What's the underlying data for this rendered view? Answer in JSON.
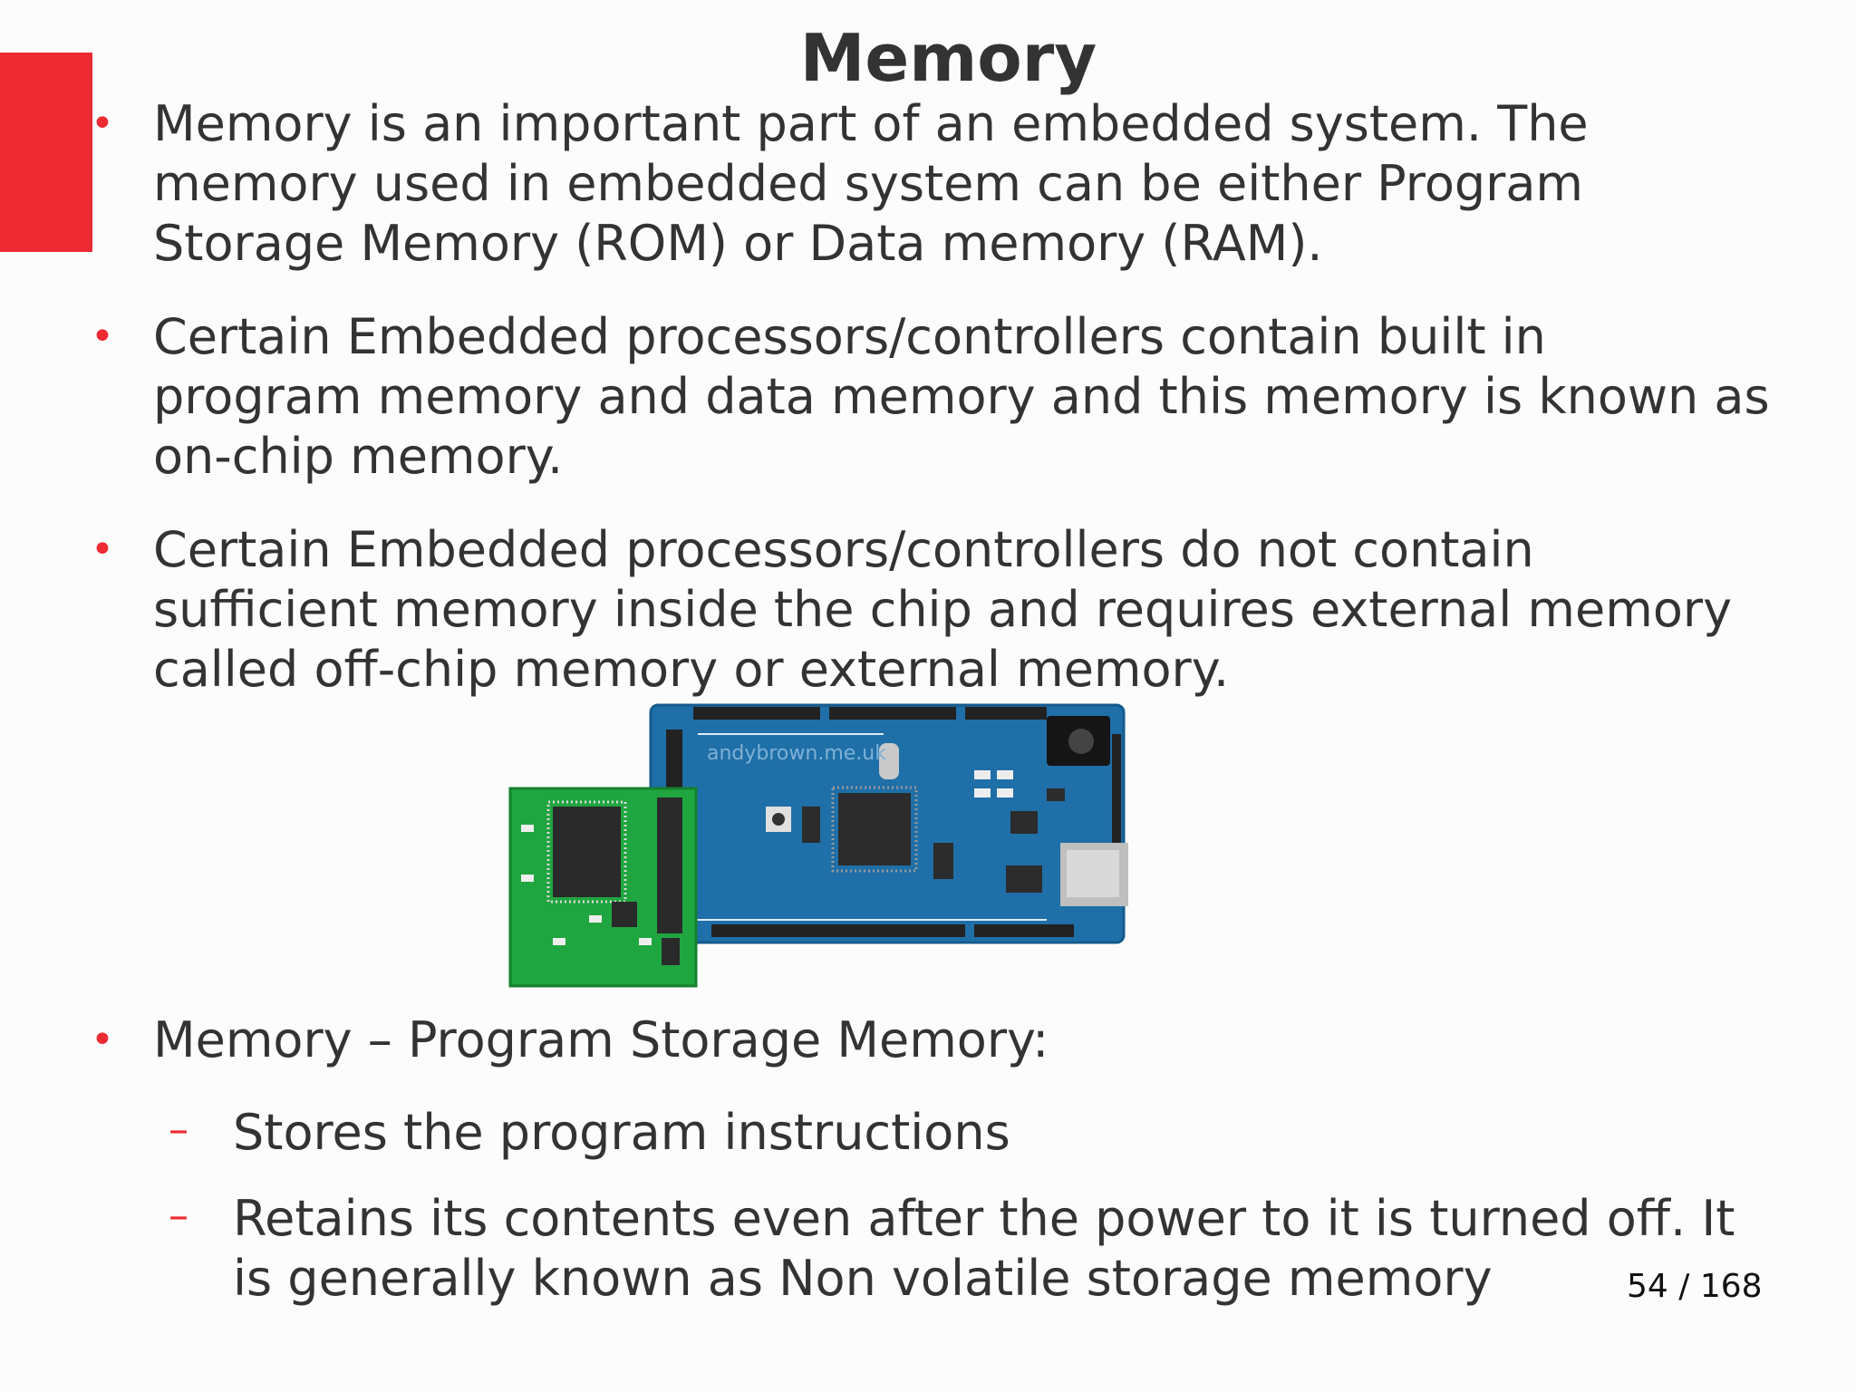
{
  "slide": {
    "title": "Memory",
    "bullets": [
      "Memory is an important part of an embedded system. The\nmemory used in embedded system can be either Program\nStorage Memory (ROM) or Data memory (RAM).",
      "Certain Embedded processors/controllers contain built in\nprogram memory and data memory and this memory is known as\non-chip memory.",
      "Certain Embedded processors/controllers do not contain\nsufficient memory inside the chip and requires external memory\ncalled off-chip memory or external memory.",
      "Memory – Program Storage Memory:"
    ],
    "sub_bullets": [
      "Stores the program instructions",
      "Retains its contents even after the power to it is turned off. It\nis generally known as Non volatile storage memory"
    ],
    "bullet_marker": "•",
    "sub_bullet_marker": "–",
    "image": {
      "watermark": "andybrown.me.uk"
    },
    "page_number": "54 / 168"
  },
  "colors": {
    "accent": "#ee2a33",
    "text": "#333333",
    "background": "#fcfcfc",
    "board_blue": "#1f6fa8",
    "board_green": "#1fa640"
  }
}
